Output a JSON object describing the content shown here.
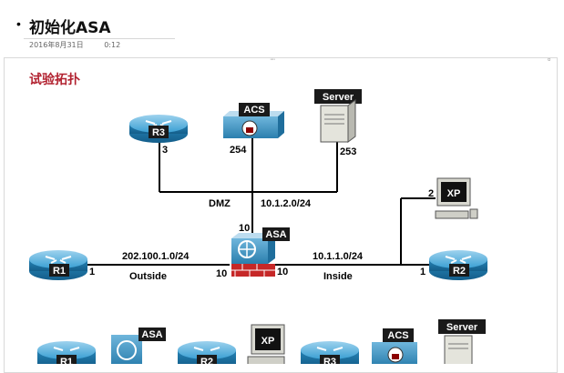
{
  "page": {
    "title": "初始化ASA",
    "date": "2016年8月31日",
    "time": "0:12"
  },
  "section": {
    "title": "试验拓扑"
  },
  "topology": {
    "devices": {
      "r3": "R3",
      "acs": "ACS",
      "server": "Server",
      "xp": "XP",
      "r1": "R1",
      "asa": "ASA",
      "r2": "R2"
    },
    "ports": {
      "r3": "3",
      "acs": "254",
      "server": "253",
      "xp": "2",
      "r1": "1",
      "r2": "1",
      "asa_dmz": "10",
      "asa_outside": "10",
      "asa_inside": "10"
    },
    "zones": {
      "dmz": "DMZ",
      "dmz_net": "10.1.2.0/24",
      "outside_net": "202.100.1.0/24",
      "outside": "Outside",
      "inside_net": "10.1.1.0/24",
      "inside": "Inside"
    }
  },
  "legend": {
    "r1": "R1",
    "asa": "ASA",
    "r2": "R2",
    "xp": "XP",
    "r3": "R3",
    "acs": "ACS",
    "server": "Server"
  },
  "colors": {
    "router_blue": "#2b8fc4",
    "label_red": "#b22230",
    "device_label_bg": "#1a1a1a"
  }
}
